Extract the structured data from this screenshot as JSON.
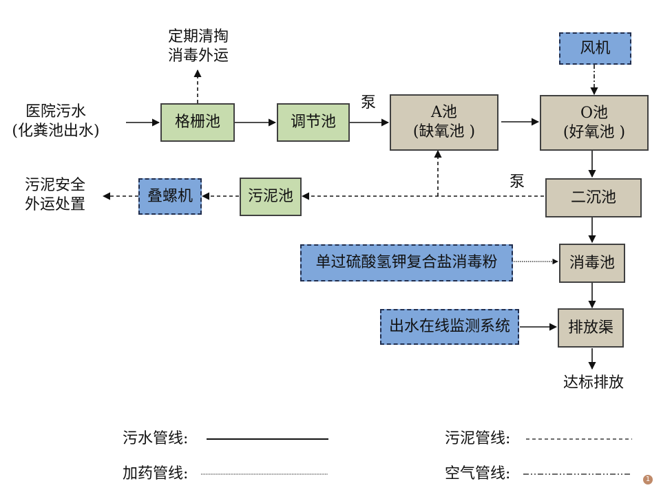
{
  "inputs": {
    "hospital_wastewater_line1": "医院污水",
    "hospital_wastewater_line2": "(化粪池出水)",
    "blower": "风机"
  },
  "nodes": {
    "screen_tank": "格栅池",
    "equalization_tank": "调节池",
    "a_tank_line1": "A池",
    "a_tank_line2": "(缺氧池 )",
    "o_tank_line1": "O池",
    "o_tank_line2": "(好氧池 )",
    "secondary_clarifier": "二沉池",
    "disinfection_tank": "消毒池",
    "discharge_channel": "排放渠",
    "sludge_tank": "污泥池",
    "screw_press": "叠螺机",
    "disinfectant_powder": "单过硫酸氢钾复合盐消毒粉",
    "online_monitoring": "出水在线监测系统"
  },
  "outputs": {
    "screenings_line1": "定期清掏",
    "screenings_line2": "消毒外运",
    "sludge_line1": "污泥安全",
    "sludge_line2": "外运处置",
    "effluent": "达标排放"
  },
  "pump_labels": {
    "pump_to_a": "泵",
    "pump_return": "泵"
  },
  "legend": {
    "wastewater": "污水管线:",
    "sludge": "污泥管线:",
    "dosing": "加药管线:",
    "air": "空气管线:"
  },
  "page_number": "1",
  "colors": {
    "pretreatment_green": "#c7dcae",
    "biological_tan": "#d2cbb8",
    "equipment_blue": "#7fa7db"
  }
}
